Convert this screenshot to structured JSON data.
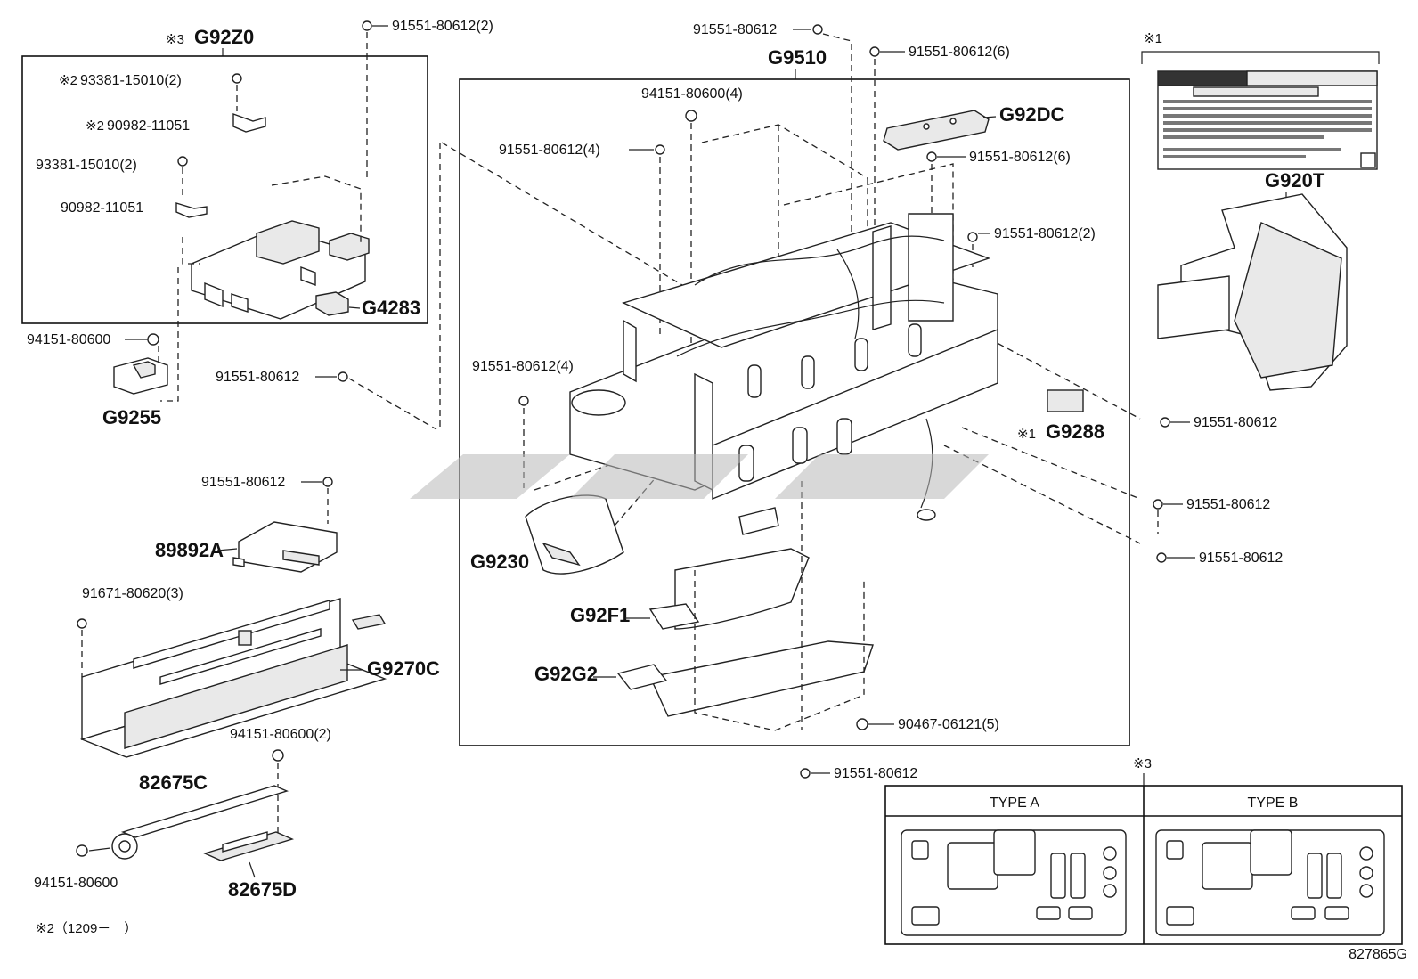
{
  "diagram_code": "827865G",
  "note_range": "※2（1209－　）",
  "marks": {
    "n1": "※1",
    "n2": "※2",
    "n3": "※3"
  },
  "colors": {
    "line": "#222222",
    "watermark": "#b8b8b8"
  },
  "groups": {
    "g92z0": "G92Z0",
    "g9510": "G9510"
  },
  "codes": {
    "g4283": "G4283",
    "g9255": "G9255",
    "a89892": "89892A",
    "g9270c": "G9270C",
    "c82675": "82675C",
    "d82675": "82675D",
    "g92dc": "G92DC",
    "g9288": "G9288",
    "g9230": "G9230",
    "g92f1": "G92F1",
    "g92g2": "G92G2",
    "g920t": "G920T"
  },
  "parts": {
    "p01": "91551-80612(2)",
    "p02": "93381-15010(2)",
    "p03": "90982-11051",
    "p04": "93381-15010(2)",
    "p05": "90982-11051",
    "p06": "94151-80600",
    "p07": "91551-80612",
    "p08": "91551-80612",
    "p09": "91671-80620(3)",
    "p10": "94151-80600(2)",
    "p11": "94151-80600",
    "p12": "91551-80612",
    "p13": "91551-80612(6)",
    "p14": "94151-80600(4)",
    "p15": "91551-80612(4)",
    "p16": "91551-80612(6)",
    "p17": "91551-80612(2)",
    "p18": "91551-80612(4)",
    "p19": "90467-06121(5)",
    "p20": "91551-80612",
    "p21": "91551-80612",
    "p22": "91551-80612",
    "p23": "91551-80612"
  },
  "types": {
    "a": "TYPE A",
    "b": "TYPE B"
  }
}
